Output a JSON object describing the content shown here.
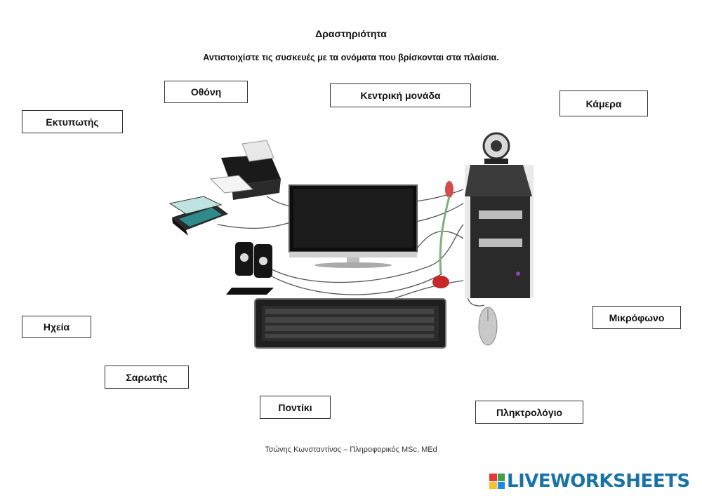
{
  "header": {
    "title": "Δραστηριότητα",
    "instructions": "Αντιστοιχίστε τις συσκευές με τα ονόματα που βρίσκονται στα πλαίσια."
  },
  "labels": {
    "printer": "Εκτυπωτής",
    "monitor": "Οθόνη",
    "cpu": "Κεντρική μονάδα",
    "camera": "Κάμερα",
    "speakers": "Ηχεία",
    "microphone": "Μικρόφωνο",
    "scanner": "Σαρωτής",
    "mouse": "Ποντίκι",
    "keyboard": "Πληκτρολόγιο"
  },
  "footer": {
    "author": "Τσώνης Κωνσταντίνος – Πληροφορικός MSc, MEd"
  },
  "branding": {
    "name": "LIVEWORKSHEETS",
    "colors": [
      "#e53935",
      "#43a047",
      "#fbc02d",
      "#1e88e5"
    ],
    "text_color": "#1a73a8"
  }
}
